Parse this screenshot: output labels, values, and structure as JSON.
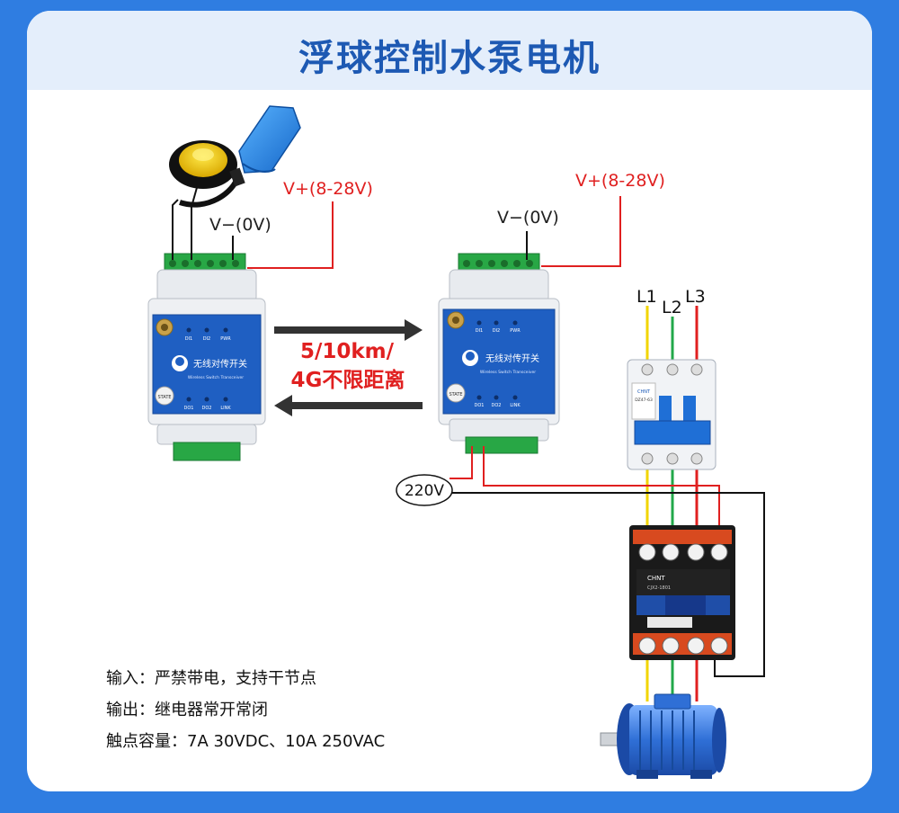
{
  "title": "浮球控制水泵电机",
  "labels": {
    "left_v_minus": "V−(0V)",
    "left_v_plus": "V+(8-28V)",
    "right_v_minus": "V−(0V)",
    "right_v_plus": "V+(8-28V)",
    "range_line1": "5/10km/",
    "range_line2": "4G不限距离",
    "l1": "L1",
    "l2": "L2",
    "l3": "L3",
    "voltage": "220V"
  },
  "device": {
    "name": "无线对传开关",
    "subtitle": "Wireless Switch Transceiver",
    "state": "STATE",
    "top_leds": [
      "DI1",
      "DI2",
      "PWR"
    ],
    "bottom_leds": [
      "DO1",
      "DO2",
      "LINK"
    ]
  },
  "breaker": {
    "brand": "CHNT",
    "model": "DZ47-63"
  },
  "contactor": {
    "brand": "CHNT",
    "model": "CJX2-1801"
  },
  "notes": [
    "输入：严禁带电，支持干节点",
    "输出：继电器常开常闭",
    "触点容量：7A 30VDC、10A 250VAC"
  ],
  "colors": {
    "background": "#2f7de1",
    "title": "#1d59b3",
    "header_band": "#e4eefb",
    "wire_red": "#e02020",
    "wire_yellow": "#f2d500",
    "wire_green": "#22a84a",
    "arrow": "#333333",
    "range_text": "#e02020"
  }
}
